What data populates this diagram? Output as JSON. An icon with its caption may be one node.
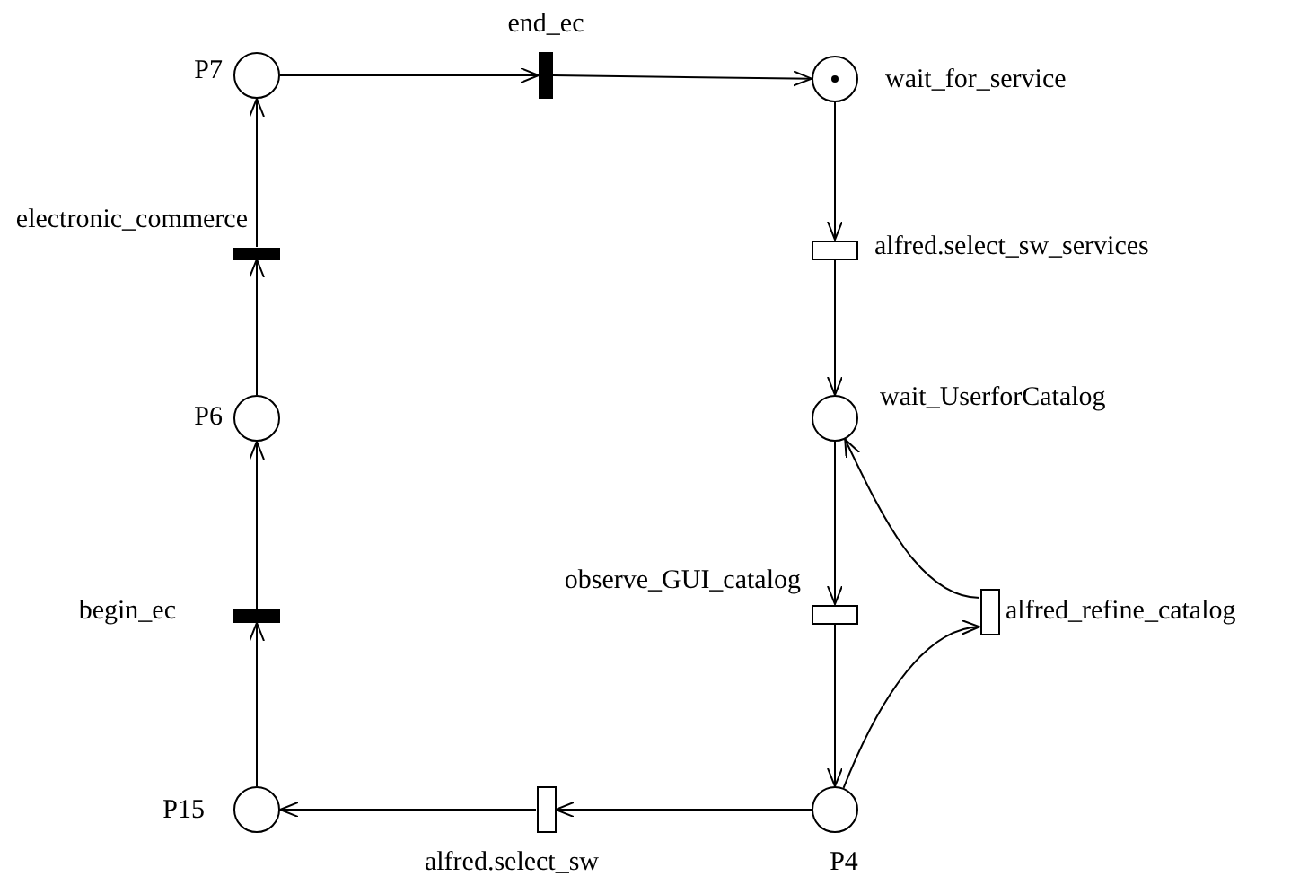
{
  "diagram": {
    "nodes": [
      {
        "text": [],
        "shape": "circle",
        "beside": [
          "P7"
        ]
      },
      {
        "text": [],
        "shape": "bar",
        "beside": [
          "end_ec"
        ]
      },
      {
        "text": [],
        "shape": "circle",
        "beside": [
          "wait_for_service"
        ]
      },
      {
        "text": [],
        "shape": "bar",
        "beside": [
          "electronic_commerce"
        ]
      },
      {
        "text": [],
        "shape": "box",
        "beside": [
          "alfred.select_sw_services"
        ]
      },
      {
        "text": [],
        "shape": "circle",
        "beside": [
          "P6"
        ]
      },
      {
        "text": [],
        "shape": "circle",
        "beside": [
          "wait_UserforCatalog"
        ]
      },
      {
        "text": [],
        "shape": "box",
        "beside": [
          "observe_GUI_catalog"
        ]
      },
      {
        "text": [],
        "shape": "bar",
        "beside": [
          "begin_ec"
        ]
      },
      {
        "text": [],
        "shape": "box",
        "beside": [
          "alfred_refine_catalog"
        ]
      },
      {
        "text": [],
        "shape": "circle",
        "beside": [
          "P15"
        ]
      },
      {
        "text": [],
        "shape": "box",
        "beside": [
          "alfred.select_sw"
        ]
      },
      {
        "text": [],
        "shape": "circle",
        "beside": [
          "P4"
        ]
      }
    ],
    "edges": [
      {
        "from": 0,
        "to": 1,
        "arrow": "to"
      },
      {
        "from": 1,
        "to": 2,
        "arrow": "to"
      },
      {
        "from": 2,
        "to": 4,
        "arrow": "to"
      },
      {
        "from": 4,
        "to": 6,
        "arrow": "to"
      },
      {
        "from": 6,
        "to": 7,
        "arrow": "to"
      },
      {
        "from": 7,
        "to": 12,
        "arrow": "to"
      },
      {
        "from": 12,
        "to": 9,
        "arrow": "to"
      },
      {
        "from": 9,
        "to": 6,
        "arrow": "to"
      },
      {
        "from": 12,
        "to": 11,
        "arrow": "to"
      },
      {
        "from": 11,
        "to": 10,
        "arrow": "to"
      },
      {
        "from": 10,
        "to": 8,
        "arrow": "to"
      },
      {
        "from": 8,
        "to": 5,
        "arrow": "to"
      },
      {
        "from": 5,
        "to": 3,
        "arrow": "to"
      },
      {
        "from": 3,
        "to": 0,
        "arrow": "to"
      }
    ]
  }
}
